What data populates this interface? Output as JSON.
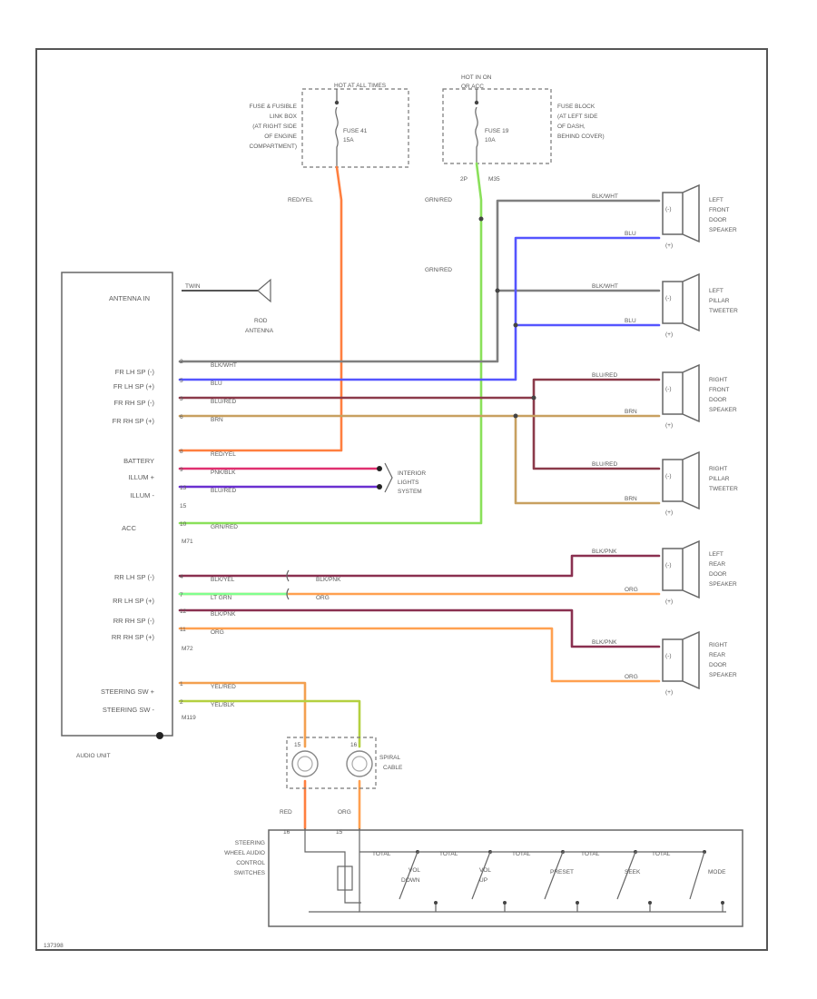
{
  "colors": {
    "red_yel": "#ff7f3f",
    "grn_red": "#8ae05a",
    "blk_wht": "#7f7f7f",
    "blu": "#5555ff",
    "blu_red": "#8b3a4a",
    "brn": "#c8a060",
    "pnk_blk": "#e03070",
    "blu_red_illum": "#6a30d0",
    "yel_red": "#f3a050",
    "yel_blk": "#b4d040",
    "blk_pnk": "#8a3050",
    "org": "#ffa050",
    "lt_grn": "#7fff90",
    "ground": "#444444"
  },
  "fuse_left": {
    "header": "HOT AT ALL TIMES",
    "location": [
      "FUSE & FUSIBLE",
      "LINK BOX",
      "(AT RIGHT SIDE",
      "OF ENGINE",
      "COMPARTMENT)"
    ],
    "fuse": [
      "FUSE 41",
      "15A"
    ],
    "wire_label": "RED/YEL"
  },
  "fuse_right": {
    "header": [
      "HOT IN ON",
      "OR ACC"
    ],
    "location": [
      "FUSE BLOCK",
      "(AT LEFT SIDE",
      "OF DASH,",
      "BEHIND COVER)"
    ],
    "fuse": [
      "FUSE 19",
      "10A"
    ],
    "pin": "2P",
    "connector": "M35",
    "wire_label_1": "GRN/RED",
    "wire_label_2": "GRN/RED"
  },
  "antenna": {
    "pin_label": "ANTENNA IN",
    "wire_label": "TWIN",
    "name": [
      "ROD",
      "ANTENNA"
    ]
  },
  "audio_unit": {
    "name": "AUDIO UNIT",
    "pins": [
      {
        "label": "FR LH SP (-)",
        "num": "2",
        "wire": "BLK/WHT"
      },
      {
        "label": "FR LH SP (+)",
        "num": "5",
        "wire": "BLU"
      },
      {
        "label": "FR RH SP (-)",
        "num": "3",
        "wire": "BLU/RED"
      },
      {
        "label": "FR RH SP (+)",
        "num": "6",
        "wire": "BRN"
      },
      {
        "label": "BATTERY",
        "num": "8",
        "wire": "RED/YEL"
      },
      {
        "label": "ILLUM +",
        "num": "9",
        "wire": "PNK/BLK"
      },
      {
        "label": "ILLUM -",
        "num": "13",
        "wire": "BLU/RED"
      },
      {
        "label": "",
        "num": "15",
        "wire": ""
      },
      {
        "label": "ACC",
        "num": "10",
        "wire": "GRN/RED"
      }
    ],
    "connector_1": "M71",
    "rear_pins": [
      {
        "label": "RR LH SP (-)",
        "num": "4",
        "wire": "BLK/YEL",
        "ext": "BLK/PNK"
      },
      {
        "label": "RR LH SP (+)",
        "num": "7",
        "wire": "LT GRN",
        "ext": "ORG"
      },
      {
        "label": "RR RH SP (-)",
        "num": "12",
        "wire": "BLK/PNK"
      },
      {
        "label": "RR RH SP (+)",
        "num": "11",
        "wire": "ORG"
      }
    ],
    "connector_2": "M72",
    "steer_pins": [
      {
        "label": "STEERING SW +",
        "num": "1",
        "wire": "YEL/RED"
      },
      {
        "label": "STEERING SW -",
        "num": "2",
        "wire": "YEL/BLK"
      }
    ],
    "connector_3": "M119"
  },
  "illum_system": [
    "INTERIOR",
    "LIGHTS",
    "SYSTEM"
  ],
  "speakers": [
    {
      "name": [
        "LEFT",
        "FRONT",
        "DOOR",
        "SPEAKER"
      ],
      "wire_top": "BLK/WHT",
      "wire_bot": "BLU"
    },
    {
      "name": [
        "LEFT",
        "PILLAR",
        "TWEETER"
      ],
      "wire_top": "BLK/WHT",
      "wire_bot": "BLU"
    },
    {
      "name": [
        "RIGHT",
        "FRONT",
        "DOOR",
        "SPEAKER"
      ],
      "wire_top": "BLU/RED",
      "wire_bot": "BRN"
    },
    {
      "name": [
        "RIGHT",
        "PILLAR",
        "TWEETER"
      ],
      "wire_top": "BLU/RED",
      "wire_bot": "BRN"
    },
    {
      "name": [
        "LEFT",
        "REAR",
        "DOOR",
        "SPEAKER"
      ],
      "wire_top": "BLK/PNK",
      "wire_bot": "ORG"
    },
    {
      "name": [
        "RIGHT",
        "REAR",
        "DOOR",
        "SPEAKER"
      ],
      "wire_top": "BLK/PNK",
      "wire_bot": "ORG"
    }
  ],
  "speaker_pins": {
    "neg": "(-)",
    "pos": "(+)"
  },
  "spiral_cable": {
    "name": [
      "SPIRAL",
      "CABLE"
    ],
    "pin_left": "15",
    "pin_right": "16",
    "wire_left": "RED",
    "wire_right": "ORG"
  },
  "steering_switches": {
    "name": [
      "STEERING",
      "WHEEL AUDIO",
      "CONTROL",
      "SWITCHES"
    ],
    "pin_left": "16",
    "pin_right": "15",
    "resistor_labels": [
      "TOTAL",
      "TOTAL",
      "TOTAL",
      "TOTAL",
      "TOTAL"
    ],
    "switch_labels": [
      [
        "VOL",
        "DOWN"
      ],
      [
        "VOL",
        "UP"
      ],
      [
        "PRESET"
      ],
      [
        "SEEK"
      ],
      [
        "MODE"
      ]
    ]
  },
  "footer_code": "137398"
}
